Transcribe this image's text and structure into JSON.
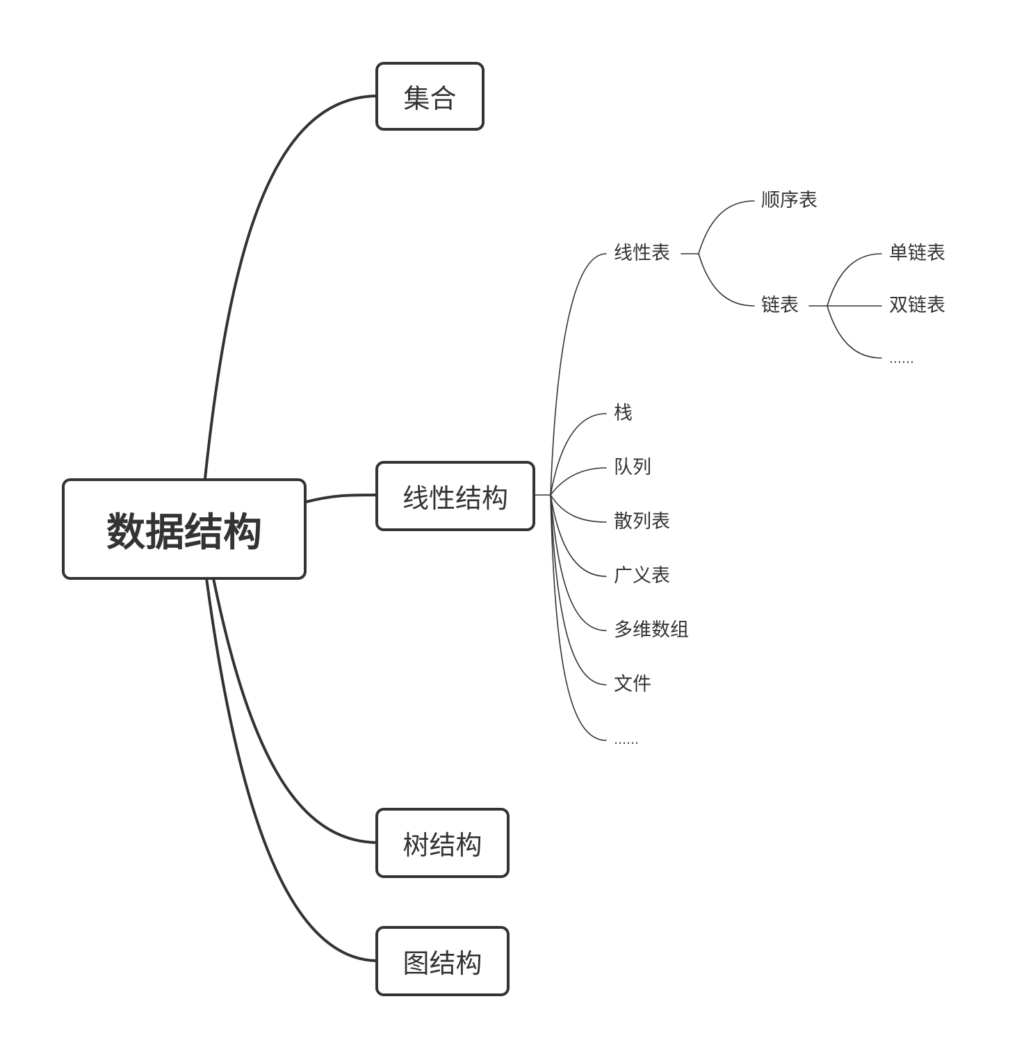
{
  "diagram": {
    "type": "mind-map",
    "line_color": "#333333",
    "background": "#ffffff",
    "root": {
      "label": "数据结构"
    },
    "branches": {
      "set": {
        "label": "集合"
      },
      "linear": {
        "label": "线性结构",
        "children": {
          "linear_list": {
            "label": "线性表",
            "children": {
              "sequential_list": {
                "label": "顺序表"
              },
              "linked_list": {
                "label": "链表",
                "children": {
                  "singly_linked": {
                    "label": "单链表"
                  },
                  "doubly_linked": {
                    "label": "双链表"
                  },
                  "more": {
                    "label": "……"
                  }
                }
              }
            }
          },
          "stack": {
            "label": "栈"
          },
          "queue": {
            "label": "队列"
          },
          "hash_table": {
            "label": "散列表"
          },
          "generalized_list": {
            "label": "广义表"
          },
          "multi_array": {
            "label": "多维数组"
          },
          "file": {
            "label": "文件"
          },
          "more": {
            "label": "……"
          }
        }
      },
      "tree": {
        "label": "树结构"
      },
      "graph": {
        "label": "图结构"
      }
    }
  }
}
